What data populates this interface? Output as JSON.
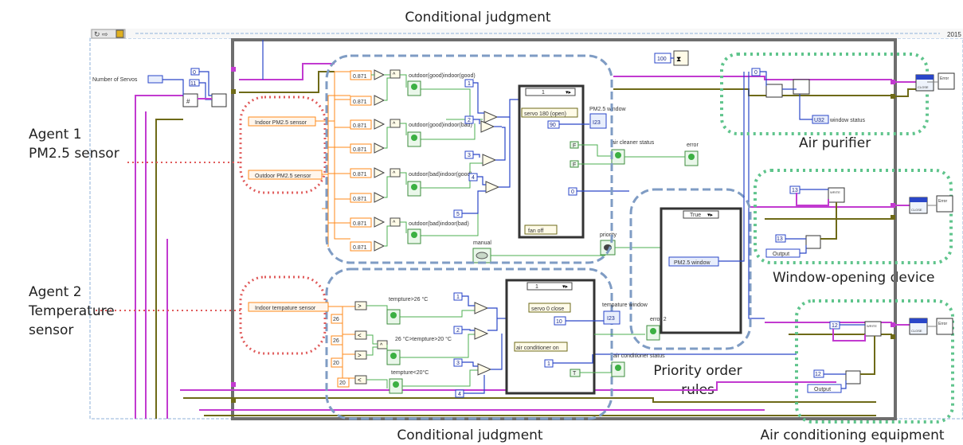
{
  "captions": {
    "top": "Conditional judgment",
    "bottom": "Conditional judgment",
    "agent1": [
      "Agent 1",
      "PM2.5 sensor"
    ],
    "agent2": [
      "Agent 2",
      "Temperature",
      "sensor"
    ],
    "air_purifier": "Air purifier",
    "window_device": "Window-opening device",
    "priority": [
      "Priority order",
      "rules"
    ],
    "air_conditioning": "Air conditioning equipment",
    "year": "2015"
  },
  "labview": {
    "number_of_servos": "Number of Servos",
    "indoor_pm25": "Indoor PM2.5 sensor",
    "outdoor_pm25": "Outdoor PM2.5 sensor",
    "indoor_temp": "Indoor tempature sensor",
    "thresholds": [
      "0.871",
      "0.871",
      "0.871",
      "0.871",
      "0.871",
      "0.871",
      "0.871",
      "0.871"
    ],
    "pm_conditions": [
      "outdoor(good)indoor(good)",
      "outdoor(good)indoor(bad)",
      "outdoor(bad)indoor(good)",
      "outdoor(bad)indoor(bad)"
    ],
    "temp_conditions": [
      "tempture>26 °C",
      "26 °C>tempture>20 °C",
      "tempture<20°C"
    ],
    "temp_consts": [
      "26",
      "26",
      "20",
      "20"
    ],
    "case1_selector": "1",
    "case1_servo": "servo 180 (open)",
    "case1_value": "90",
    "case1_fan": "fan off",
    "pm25_window": "PM2.5 window",
    "air_cleaner_status": "air cleaner status",
    "error": "error",
    "bool_f": "F",
    "zero": "0",
    "manual": "manual",
    "priority": "priority",
    "true_selector": "True",
    "pm25_window_ref": "PM2.5 window",
    "case2_selector": "1",
    "case2_servo": "servo 0 close",
    "case2_value": "10",
    "case2_ac": "air conditioner on",
    "case2_one": "1",
    "case2_t": "T",
    "temp_window": "tempature window",
    "error2": "error 2",
    "ac_status": "air conditioner status",
    "window_status": "window status",
    "output": "Output",
    "n100": "100",
    "n0": "0",
    "n11": "11",
    "n13": "13",
    "n12": "12",
    "index_consts": [
      "1",
      "2",
      "3",
      "4",
      "5"
    ],
    "temp_index": [
      "1",
      "2",
      "3",
      "4"
    ],
    "write": "WRITE",
    "close": "CLOSE",
    "error_small": "Error"
  }
}
